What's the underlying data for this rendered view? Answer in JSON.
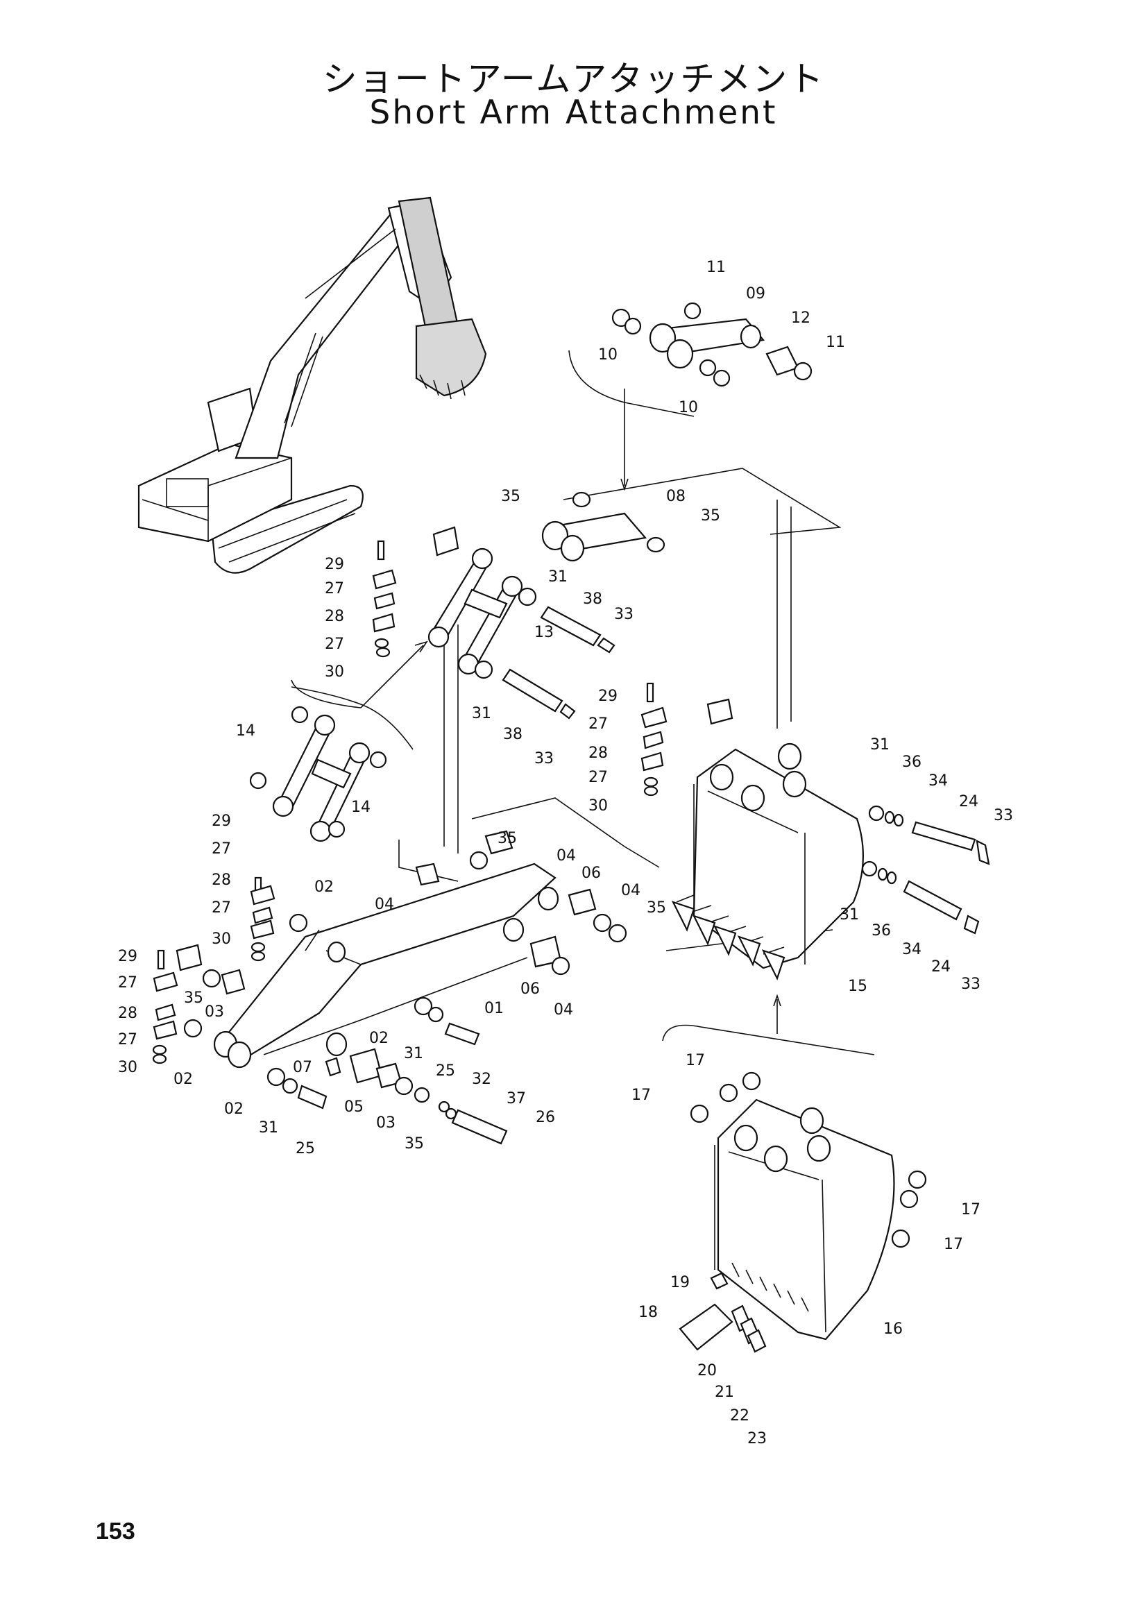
{
  "title": {
    "japanese": "ショートアームアタッチメント",
    "english": "Short Arm Attachment"
  },
  "page_number": "153",
  "part_labels": [
    "11",
    "09",
    "12",
    "11",
    "10",
    "10",
    "35",
    "08",
    "35",
    "29",
    "27",
    "28",
    "27",
    "30",
    "31",
    "38",
    "33",
    "13",
    "31",
    "38",
    "33",
    "29",
    "27",
    "28",
    "27",
    "30",
    "14",
    "14",
    "31",
    "36",
    "34",
    "24",
    "33",
    "29",
    "27",
    "28",
    "27",
    "30",
    "02",
    "35",
    "04",
    "04",
    "06",
    "04",
    "35",
    "31",
    "36",
    "34",
    "24",
    "33",
    "15",
    "29",
    "27",
    "28",
    "27",
    "30",
    "35",
    "03",
    "02",
    "01",
    "06",
    "04",
    "02",
    "31",
    "25",
    "07",
    "32",
    "37",
    "26",
    "02",
    "31",
    "25",
    "05",
    "03",
    "35",
    "17",
    "17",
    "17",
    "17",
    "19",
    "18",
    "20",
    "21",
    "22",
    "23",
    "16"
  ]
}
